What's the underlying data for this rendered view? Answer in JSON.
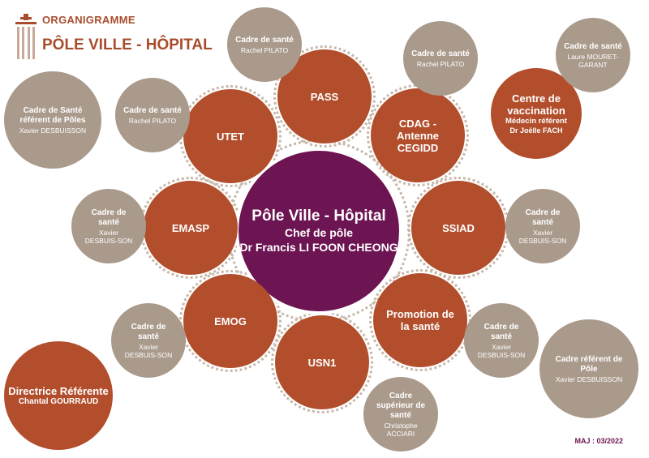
{
  "header": {
    "subtitle": "ORGANIGRAMME",
    "title": "PÔLE VILLE - HÔPITAL"
  },
  "colors": {
    "brand": "#a84c2c",
    "unit": "#b24e2c",
    "staff": "#aa9a8c",
    "center": "#6d1452"
  },
  "center": {
    "title": "Pôle Ville - Hôpital",
    "role": "Chef de pôle",
    "name": "Dr Francis LI FOON CHEONG"
  },
  "units": {
    "pass": "PASS",
    "cdag": "CDAG - Antenne CEGIDD",
    "ssiad": "SSIAD",
    "promotion": "Promotion de la santé",
    "usn1": "USN1",
    "emog": "EMOG",
    "emasp": "EMASP",
    "utet": "UTET"
  },
  "vaccination": {
    "title": "Centre de vaccination",
    "subtitle": "Médecin référent",
    "name": "Dr Joëlle FACH"
  },
  "director": {
    "title": "Directrice Référente",
    "name": "Chantal GOURRAUD"
  },
  "staff": {
    "pass": {
      "title": "Cadre de santé",
      "name": "Rachel PILATO"
    },
    "cdag": {
      "title": "Cadre de santé",
      "name": "Rachel PILATO"
    },
    "vacc": {
      "title": "Cadre de santé",
      "name": "Laure MOURET-GARANT"
    },
    "ssiad": {
      "title": "Cadre de santé",
      "name": "Xavier DESBUIS-SON"
    },
    "promotion": {
      "title": "Cadre de santé",
      "name": "Xavier DESBUIS-SON"
    },
    "usn1": {
      "title": "Cadre supérieur de santé",
      "name": "Christophe ACCIARI"
    },
    "emog": {
      "title": "Cadre de santé",
      "name": "Xavier DESBUIS-SON"
    },
    "emasp": {
      "title": "Cadre de santé",
      "name": "Xavier DESBUIS-SON"
    },
    "utet": {
      "title": "Cadre de santé",
      "name": "Rachel PILATO"
    },
    "referent_poles": {
      "title": "Cadre de Santé référent de Pôles",
      "name": "Xavier DESBUISSON"
    },
    "referent_pole": {
      "title": "Cadre référent de Pôle",
      "name": "Xavier DESBUISSON"
    }
  },
  "footer": {
    "maj": "MAJ : 03/2022"
  }
}
